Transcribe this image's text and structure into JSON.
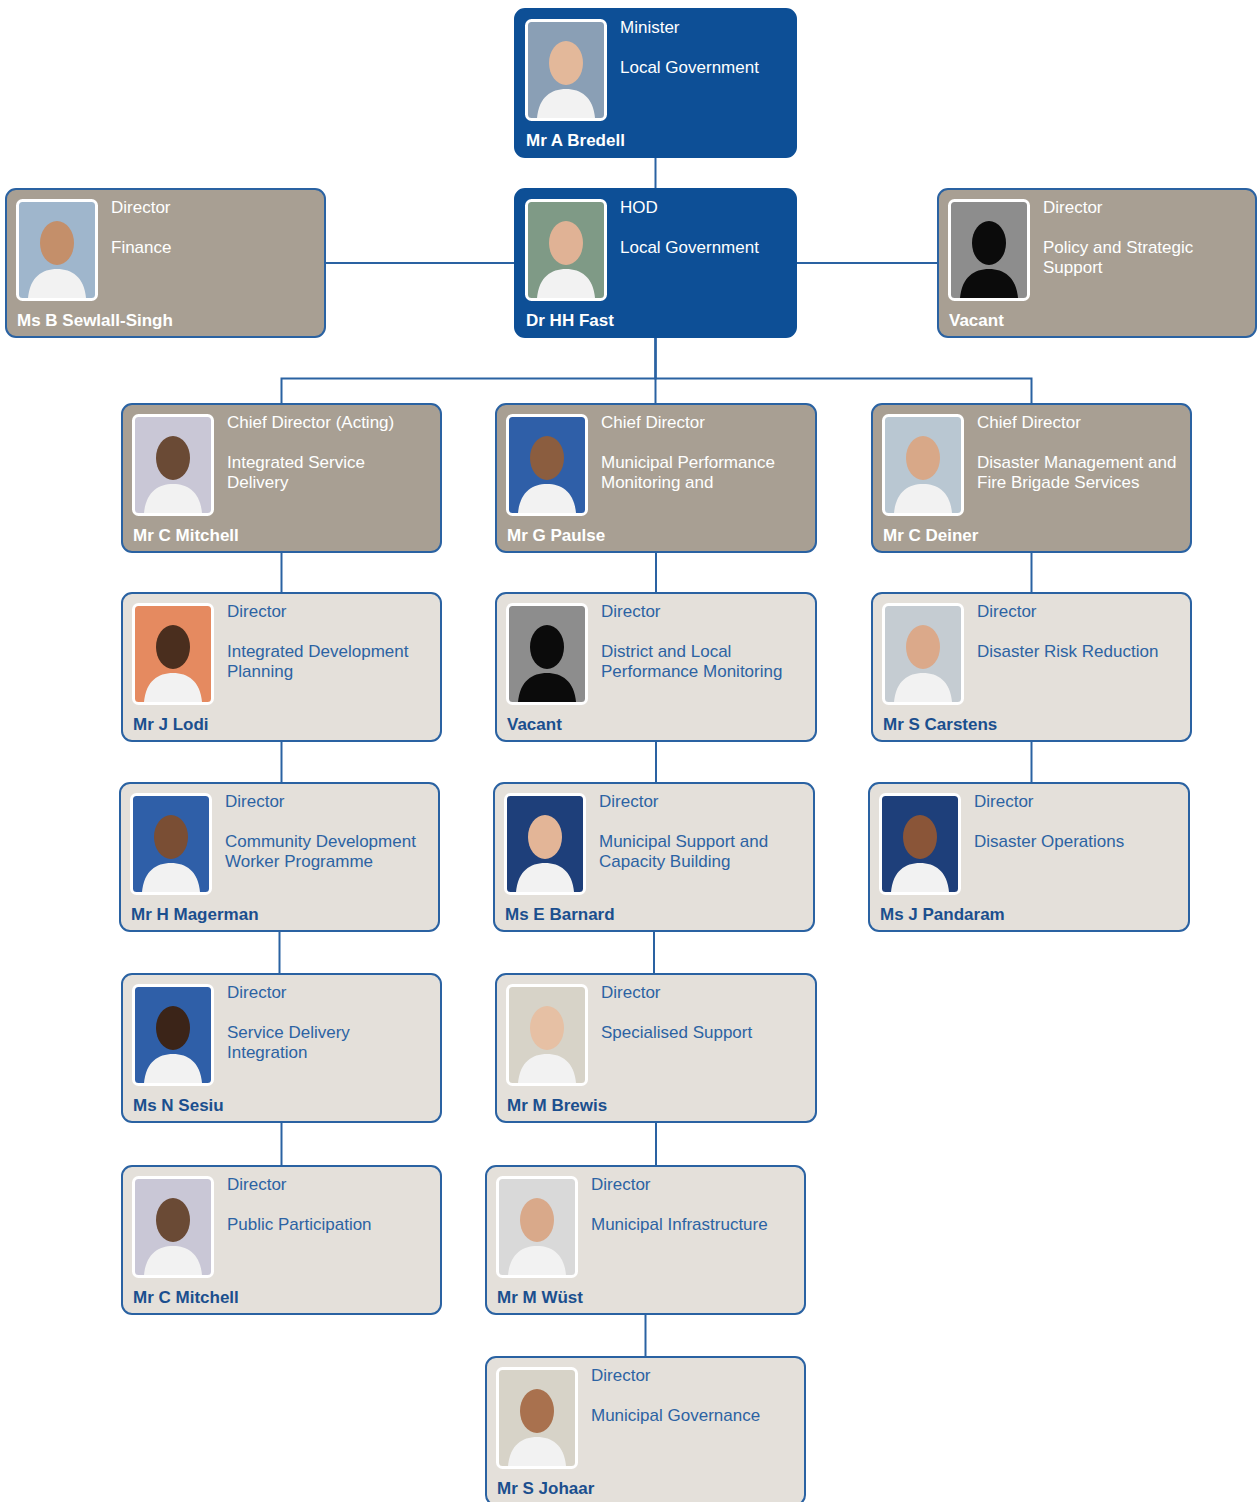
{
  "diagram": {
    "nodes": [
      {
        "text": [
          "Minister",
          "Local Government",
          "Mr A Bredell"
        ]
      },
      {
        "text": [
          "Director",
          "Finance",
          "Ms B Sewlall-Singh"
        ]
      },
      {
        "text": [
          "HOD",
          "Local Government",
          "Dr HH Fast"
        ]
      },
      {
        "text": [
          "Director",
          "Policy and Strategic Support",
          "Vacant"
        ]
      },
      {
        "text": [
          "Chief Director (Acting)",
          "Integrated Service Delivery",
          "Mr C Mitchell"
        ]
      },
      {
        "text": [
          "Chief Director",
          "Municipal Performance Monitoring and",
          "Mr G Paulse"
        ]
      },
      {
        "text": [
          "Chief Director",
          "Disaster Management and Fire Brigade Services",
          "Mr C Deiner"
        ]
      },
      {
        "text": [
          "Director",
          "Integrated Development Planning",
          "Mr J Lodi"
        ]
      },
      {
        "text": [
          "Director",
          "District and Local Performance Monitoring",
          "Vacant"
        ]
      },
      {
        "text": [
          "Director",
          "Disaster Risk Reduction",
          "Mr S Carstens"
        ]
      },
      {
        "text": [
          "Director",
          "Community Development Worker Programme",
          "Mr H Magerman"
        ]
      },
      {
        "text": [
          "Director",
          "Municipal Support and Capacity Building",
          "Ms E Barnard"
        ]
      },
      {
        "text": [
          "Director",
          "Disaster Operations",
          "Ms J Pandaram"
        ]
      },
      {
        "text": [
          "Director",
          "Service Delivery Integration",
          "Ms N Sesiu"
        ]
      },
      {
        "text": [
          "Director",
          "Specialised Support",
          "Mr M Brewis"
        ]
      },
      {
        "text": [
          "Director",
          "Public Participation",
          "Mr C Mitchell"
        ]
      },
      {
        "text": [
          "Director",
          "Municipal Infrastructure",
          "Mr M Wüst"
        ]
      },
      {
        "text": [
          "Director",
          "Municipal Governance",
          "Mr S Johaar"
        ]
      }
    ],
    "edges": [
      {
        "from": 0,
        "to": 2,
        "arrow": "none"
      },
      {
        "from": 2,
        "to": 1,
        "arrow": "none"
      },
      {
        "from": 2,
        "to": 3,
        "arrow": "none"
      },
      {
        "from": 2,
        "to": 4,
        "arrow": "none"
      },
      {
        "from": 2,
        "to": 5,
        "arrow": "none"
      },
      {
        "from": 2,
        "to": 6,
        "arrow": "none"
      },
      {
        "from": 4,
        "to": 7,
        "arrow": "none"
      },
      {
        "from": 7,
        "to": 10,
        "arrow": "none"
      },
      {
        "from": 10,
        "to": 13,
        "arrow": "none"
      },
      {
        "from": 13,
        "to": 15,
        "arrow": "none"
      },
      {
        "from": 5,
        "to": 8,
        "arrow": "none"
      },
      {
        "from": 8,
        "to": 11,
        "arrow": "none"
      },
      {
        "from": 11,
        "to": 14,
        "arrow": "none"
      },
      {
        "from": 14,
        "to": 16,
        "arrow": "none"
      },
      {
        "from": 16,
        "to": 17,
        "arrow": "none"
      },
      {
        "from": 6,
        "to": 9,
        "arrow": "none"
      },
      {
        "from": 9,
        "to": 12,
        "arrow": "none"
      }
    ]
  }
}
